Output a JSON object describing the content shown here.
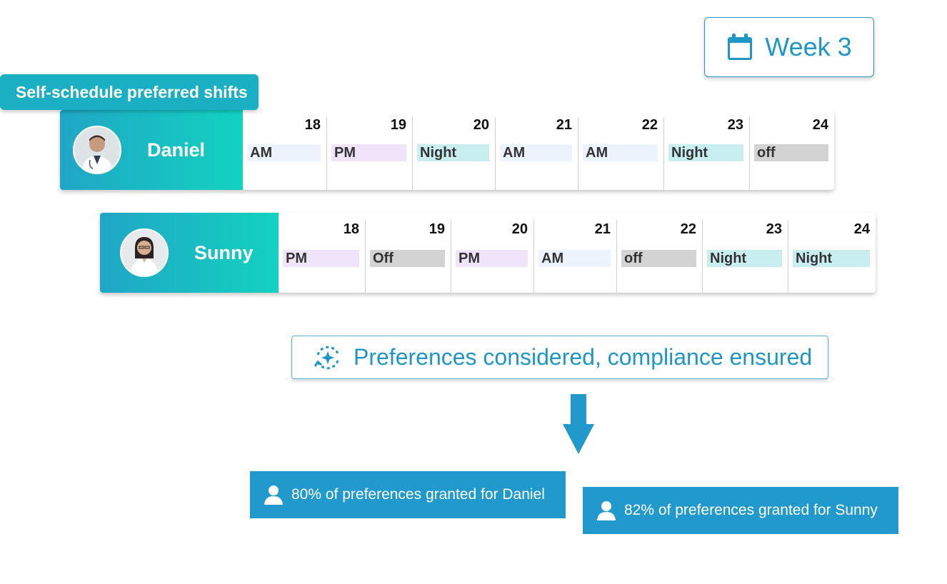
{
  "week": {
    "label": "Week 3",
    "icon": "calendar-icon"
  },
  "tag": {
    "label": "Self-schedule preferred shifts"
  },
  "colors": {
    "AM": "#edf3fd",
    "PM": "#f0e4fb",
    "Night": "#c9eef0",
    "Off": "#d3d3d3",
    "accent": "#1f97c6"
  },
  "schedules": [
    {
      "name": "Daniel",
      "days": [
        {
          "day": "18",
          "shift": "AM",
          "type": "AM"
        },
        {
          "day": "19",
          "shift": "PM",
          "type": "PM"
        },
        {
          "day": "20",
          "shift": "Night",
          "type": "Night"
        },
        {
          "day": "21",
          "shift": "AM",
          "type": "AM"
        },
        {
          "day": "22",
          "shift": "AM",
          "type": "AM"
        },
        {
          "day": "23",
          "shift": "Night",
          "type": "Night"
        },
        {
          "day": "24",
          "shift": "off",
          "type": "Off"
        }
      ]
    },
    {
      "name": "Sunny",
      "days": [
        {
          "day": "18",
          "shift": "PM",
          "type": "PM"
        },
        {
          "day": "19",
          "shift": "Off",
          "type": "Off"
        },
        {
          "day": "20",
          "shift": "PM",
          "type": "PM"
        },
        {
          "day": "21",
          "shift": "AM",
          "type": "AM"
        },
        {
          "day": "22",
          "shift": "off",
          "type": "Off"
        },
        {
          "day": "23",
          "shift": "Night",
          "type": "Night"
        },
        {
          "day": "24",
          "shift": "Night",
          "type": "Night"
        }
      ]
    }
  ],
  "compliance": {
    "text": "Preferences considered, compliance ensured",
    "icon": "sparkle-sync-icon"
  },
  "stats": [
    {
      "text": "80% of preferences granted for Daniel",
      "icon": "user-icon"
    },
    {
      "text": "82% of preferences granted for Sunny",
      "icon": "user-icon"
    }
  ]
}
